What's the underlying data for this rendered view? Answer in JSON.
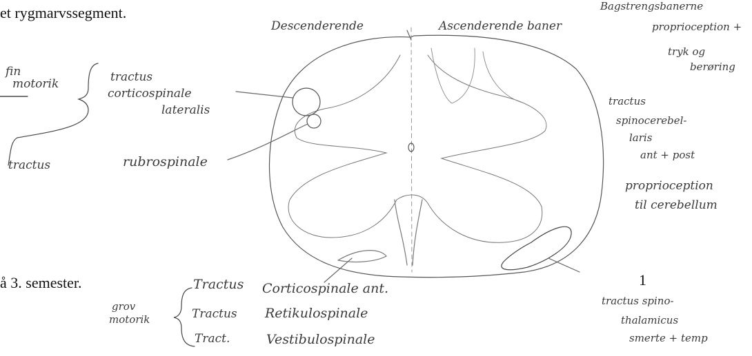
{
  "printed": {
    "heading": "et rygmarvssegment.",
    "footer_left": "å 3. semester.",
    "page_number": "1"
  },
  "handwriting": {
    "descending": "Descenderende",
    "ascending": "Ascenderende baner",
    "back_strand_top": "Bagstrengsbanerne",
    "back_strand_b1": "proprioception +",
    "back_strand_b2": "tryk og",
    "back_strand_b3": "berøring",
    "fine_motor_1": "fin",
    "fine_motor_2": "motorik",
    "cortico_lat_1": "tractus",
    "cortico_lat_2": "corticospinale",
    "cortico_lat_3": "lateralis",
    "rubro_1": "tractus",
    "rubro_2": "rubrospinale",
    "spinocer_1": "tractus",
    "spinocer_2": "spinocerebel-",
    "spinocer_3": "laris",
    "spinocer_4": "ant + post",
    "proprio_1": "proprioception",
    "proprio_2": "til cerebellum",
    "gross_motor_1": "grov",
    "gross_motor_2": "motorik",
    "tractus_1": "Tractus",
    "tractus_2": "Tractus",
    "tractus_3": "Tract.",
    "tract_name_1": "Corticospinale ant.",
    "tract_name_2": "Retikulospinale",
    "tract_name_3": "Vestibulospinale",
    "spinothal_1": "tractus spino-",
    "spinothal_2": "thalamicus",
    "spinothal_3": "smerte + temp"
  }
}
